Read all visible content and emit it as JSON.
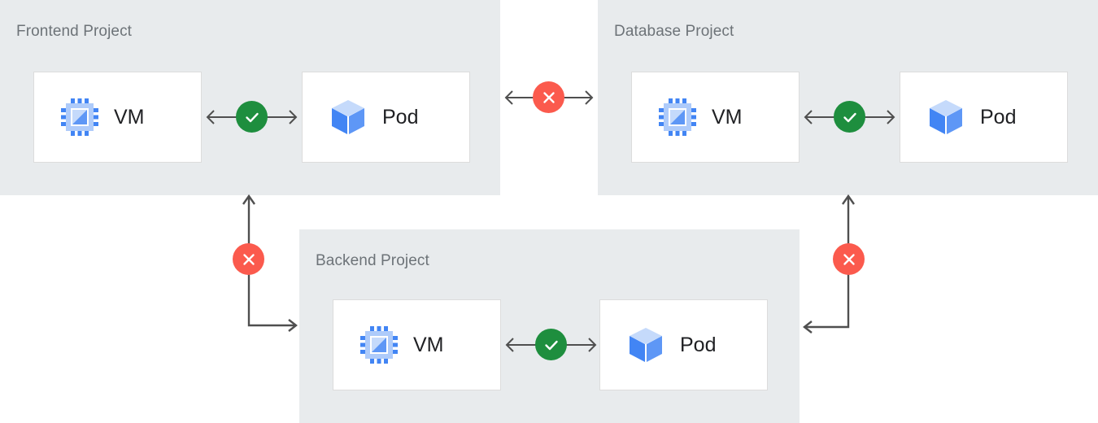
{
  "diagram": {
    "title_semantics": "project-to-project VPC peering / connectivity diagram",
    "colors": {
      "panel_background": "#e8ebed",
      "card_background": "#ffffff",
      "card_border": "#dcdcdc",
      "panel_title_text": "#6d7378",
      "card_label_text": "#202124",
      "arrow_stroke": "#4f4f4f",
      "status_allowed": "#1e8e3e",
      "status_blocked": "#fb5a4d",
      "icon_blue_dark": "#4285f4",
      "icon_blue_mid": "#5e97f6",
      "icon_blue_light": "#aecbfa",
      "icon_blue_pale": "#c5dafb",
      "page_background": "#ffffff"
    },
    "projects": [
      {
        "id": "frontend",
        "title": "Frontend Project",
        "resources": [
          {
            "id": "frontend-vm",
            "label": "VM",
            "icon": "vm-chip-icon"
          },
          {
            "id": "frontend-pod",
            "label": "Pod",
            "icon": "pod-cube-icon"
          }
        ],
        "internal_link_status": "allowed",
        "internal_link_badge": "check-icon"
      },
      {
        "id": "database",
        "title": "Database Project",
        "resources": [
          {
            "id": "database-vm",
            "label": "VM",
            "icon": "vm-chip-icon"
          },
          {
            "id": "database-pod",
            "label": "Pod",
            "icon": "pod-cube-icon"
          }
        ],
        "internal_link_status": "allowed",
        "internal_link_badge": "check-icon"
      },
      {
        "id": "backend",
        "title": "Backend Project",
        "resources": [
          {
            "id": "backend-vm",
            "label": "VM",
            "icon": "vm-chip-icon"
          },
          {
            "id": "backend-pod",
            "label": "Pod",
            "icon": "pod-cube-icon"
          }
        ],
        "internal_link_status": "allowed",
        "internal_link_badge": "check-icon"
      }
    ],
    "cross_project_links": [
      {
        "id": "frontend-to-database",
        "from": "frontend",
        "to": "database",
        "status": "blocked",
        "badge": "cross-icon",
        "direction": "bidirectional",
        "orientation": "horizontal"
      },
      {
        "id": "backend-to-frontend",
        "from": "backend",
        "to": "frontend",
        "status": "blocked",
        "badge": "cross-icon",
        "direction": "bidirectional",
        "orientation": "elbow-left"
      },
      {
        "id": "backend-to-database",
        "from": "backend",
        "to": "database",
        "status": "blocked",
        "badge": "cross-icon",
        "direction": "bidirectional",
        "orientation": "elbow-right"
      }
    ]
  }
}
